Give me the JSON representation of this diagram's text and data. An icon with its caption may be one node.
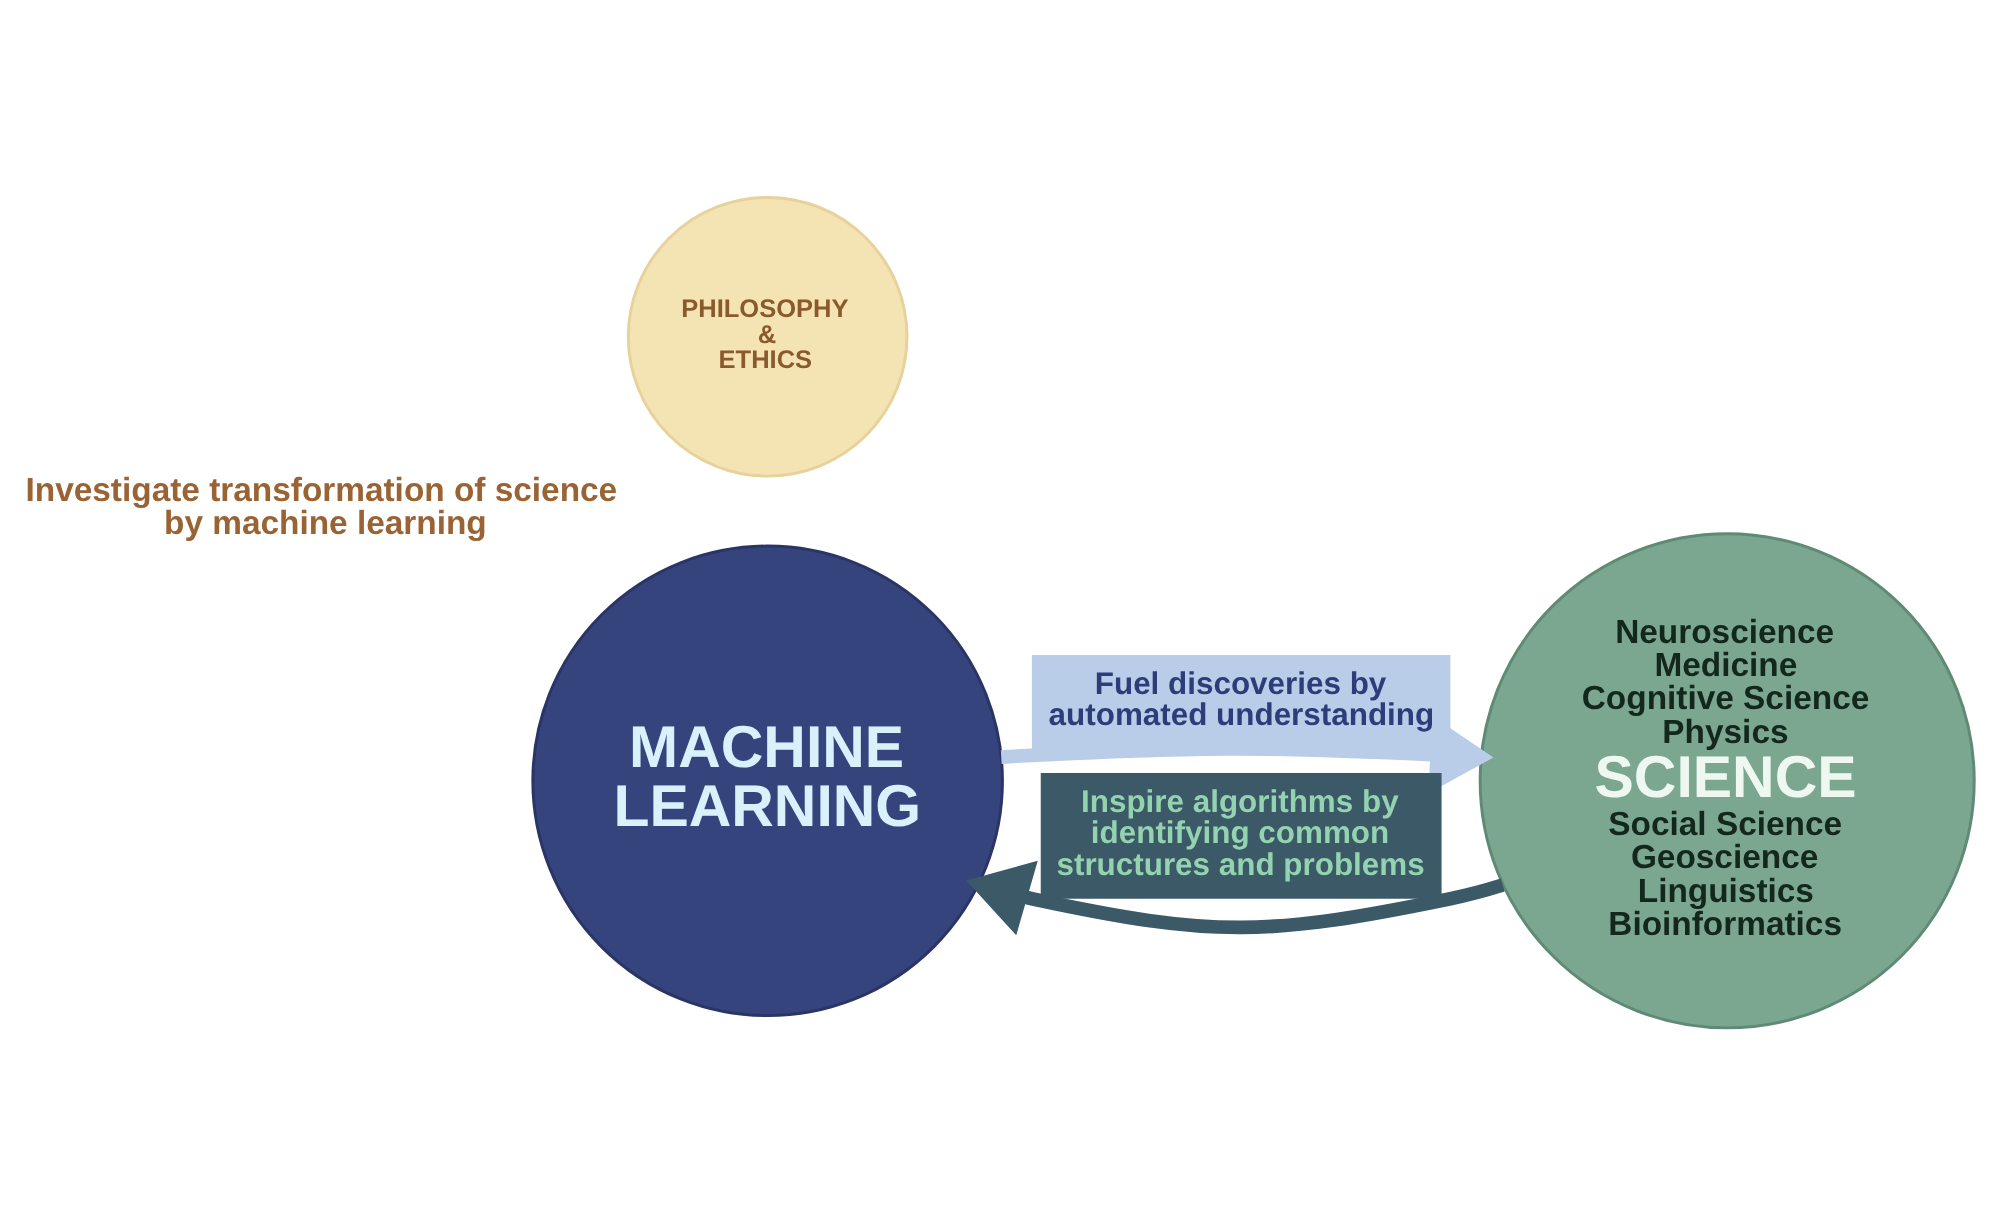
{
  "diagram": {
    "nodes": [
      {
        "text": [
          "MACHINE LEARNING"
        ]
      },
      {
        "text": [
          "Neuroscience",
          "Medicine",
          "Cognitive Science",
          "Physics",
          "SCIENCE",
          "Social Science",
          "Geoscience",
          "Linguistics",
          "Bioinformatics"
        ]
      },
      {
        "text": [
          "PHILOSOPHY & ETHICS"
        ],
        "beside": [
          "Investigate transformation of science by machine learning"
        ]
      }
    ],
    "edges": [
      {
        "from": 0,
        "to": 1,
        "arrow": "to",
        "label": "Fuel discoveries by automated understanding",
        "color": "#b9cce8"
      },
      {
        "from": 1,
        "to": 0,
        "arrow": "to",
        "label": "Inspire algorithms by identifying common structures and problems",
        "color": "#3b5966"
      }
    ]
  }
}
